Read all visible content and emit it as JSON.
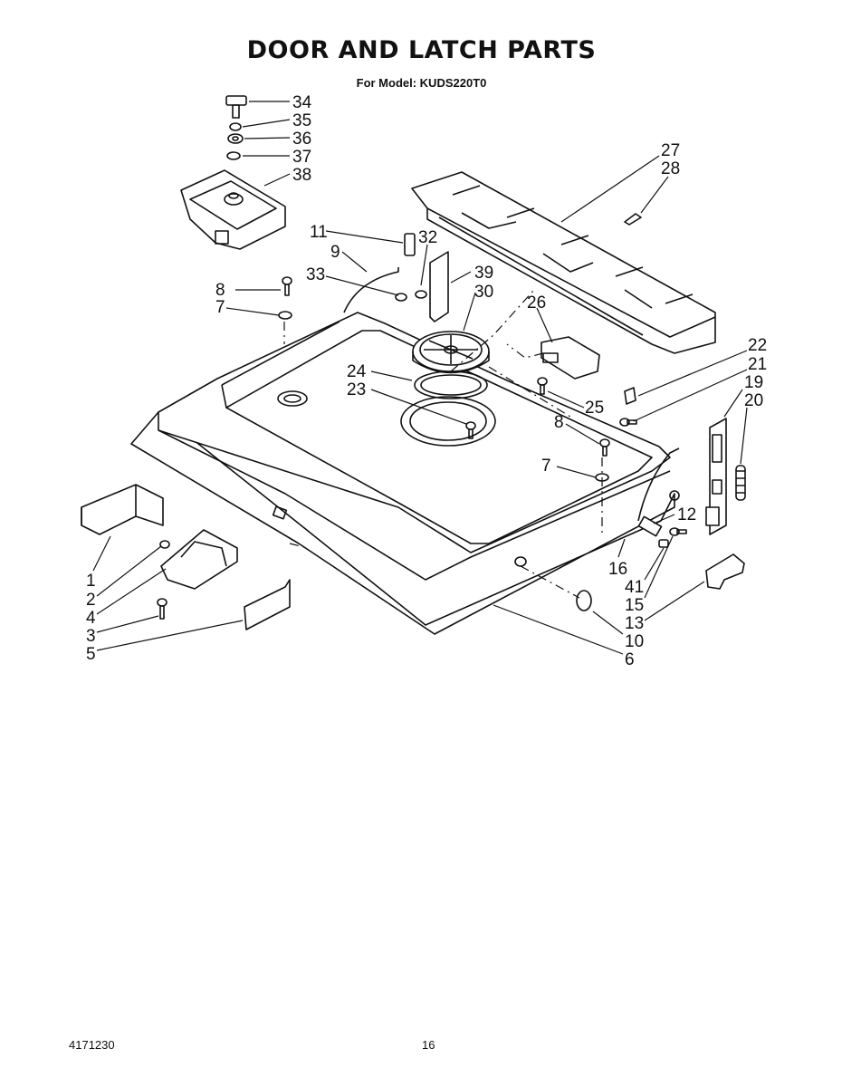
{
  "header": {
    "title": "DOOR AND LATCH PARTS",
    "subtitle": "For Model: KUDS220T0"
  },
  "footer": {
    "doc_number": "4171230",
    "page_number": "16"
  },
  "callouts": [
    "34",
    "35",
    "36",
    "37",
    "38",
    "27",
    "28",
    "11",
    "32",
    "9",
    "39",
    "8",
    "33",
    "30",
    "7",
    "26",
    "22",
    "21",
    "24",
    "19",
    "23",
    "20",
    "25",
    "8",
    "7",
    "12",
    "1",
    "16",
    "41",
    "2",
    "15",
    "4",
    "13",
    "3",
    "10",
    "5",
    "6"
  ]
}
